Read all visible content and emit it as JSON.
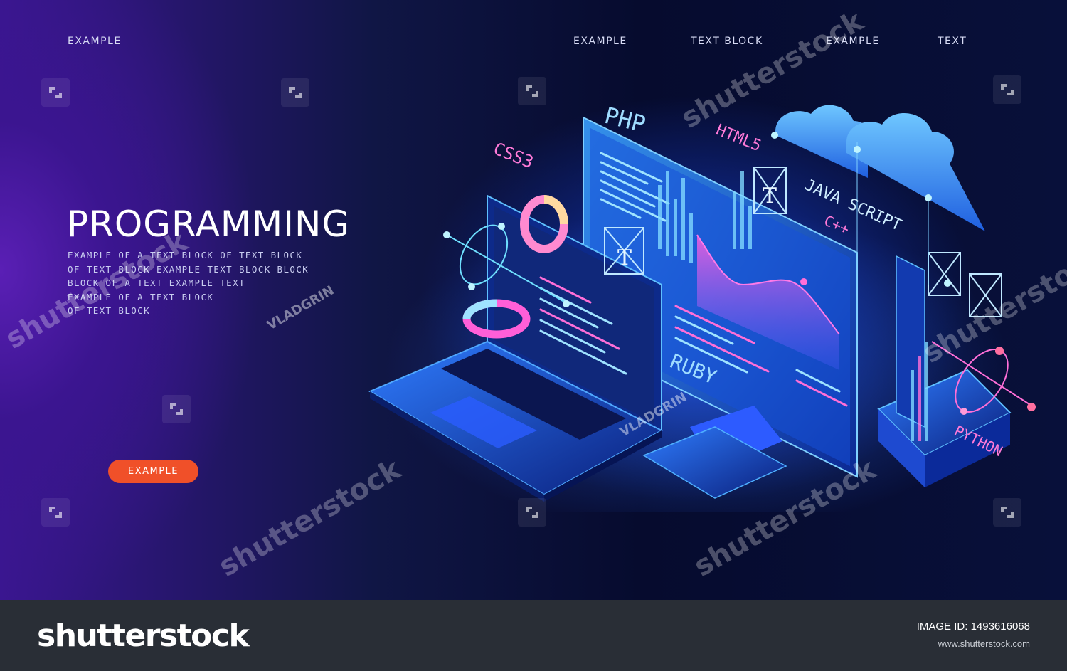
{
  "nav": {
    "left_link": "EXAMPLE",
    "links": [
      "EXAMPLE",
      "TEXT BLOCK",
      "EXAMPLE",
      "TEXT"
    ]
  },
  "hero": {
    "title": "PROGRAMMING",
    "description_lines": [
      "EXAMPLE OF A TEXT BLOCK OF TEXT BLOCK",
      "OF TEXT BLOCK EXAMPLE TEXT BLOCK BLOCK",
      "BLOCK OF A TEXT EXAMPLE TEXT",
      "EXAMPLE OF A TEXT BLOCK",
      "OF TEXT BLOCK"
    ],
    "cta_label": "EXAMPLE"
  },
  "illustration": {
    "labels": {
      "php": "PHP",
      "css3": "CSS3",
      "html5": "HTML5",
      "javascript": "JAVA SCRIPT",
      "cpp": "C++",
      "ruby": "RUBY",
      "python": "PYTHON"
    }
  },
  "watermarks": {
    "brand": "shutterstock",
    "author": "VLADGRIN"
  },
  "footer": {
    "brand": "shutterstock",
    "image_id_label": "IMAGE ID:",
    "image_id": "1493616068",
    "site": "www.shutterstock.com"
  },
  "colors": {
    "accent_orange": "#f05029",
    "neon_blue": "#2aa8ff",
    "neon_pink": "#ff4fd8",
    "footer_bg": "#292e36"
  }
}
